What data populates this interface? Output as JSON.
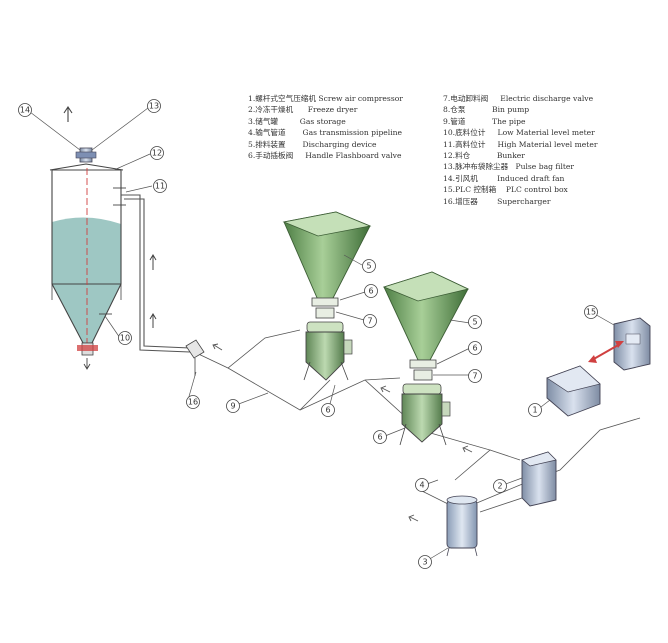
{
  "legend_left": [
    {
      "cn": "1.螺杆式空气压缩机",
      "en": "Screw air compressor"
    },
    {
      "cn": "2.冷冻干燥机",
      "en": "Freeze dryer"
    },
    {
      "cn": "3.储气罐",
      "en": "Gas storage"
    },
    {
      "cn": "4.输气管道",
      "en": "Gas transmission pipeline"
    },
    {
      "cn": "5.排料装置",
      "en": "Discharging device"
    },
    {
      "cn": "6.手动插板阀",
      "en": "Handle Flashboard valve"
    }
  ],
  "legend_right": [
    {
      "cn": "7.电动卸料阀",
      "en": "Electric discharge valve"
    },
    {
      "cn": "8.仓泵",
      "en": "Bin pump"
    },
    {
      "cn": "9.管道",
      "en": "The pipe"
    },
    {
      "cn": "10.底料位计",
      "en": "Low Material level meter"
    },
    {
      "cn": "11.高料位计",
      "en": "High Material level meter"
    },
    {
      "cn": "12.料仓",
      "en": "Bunker"
    },
    {
      "cn": "13.脉冲布袋除尘器",
      "en": "Pulse bag filter"
    },
    {
      "cn": "14.引风机",
      "en": "Induced draft fan"
    },
    {
      "cn": "15.PLC 控制箱",
      "en": "PLC control box"
    },
    {
      "cn": "16.增压器",
      "en": "Supercharger"
    }
  ],
  "callouts": {
    "c1": "1",
    "c2": "2",
    "c3": "3",
    "c4": "4",
    "c5a": "5",
    "c5b": "5",
    "c6a": "6",
    "c6b": "6",
    "c6c": "6",
    "c6d": "6",
    "c7a": "7",
    "c7b": "7",
    "c9": "9",
    "c10": "10",
    "c11": "11",
    "c12": "12",
    "c13": "13",
    "c14": "14",
    "c15": "15",
    "c16": "16"
  },
  "colors": {
    "liquid": "#9ec7c3",
    "hopper_green": "#6a9a5e",
    "equipment_blue": "#aab8cc",
    "arrow_red": "#d04040"
  }
}
